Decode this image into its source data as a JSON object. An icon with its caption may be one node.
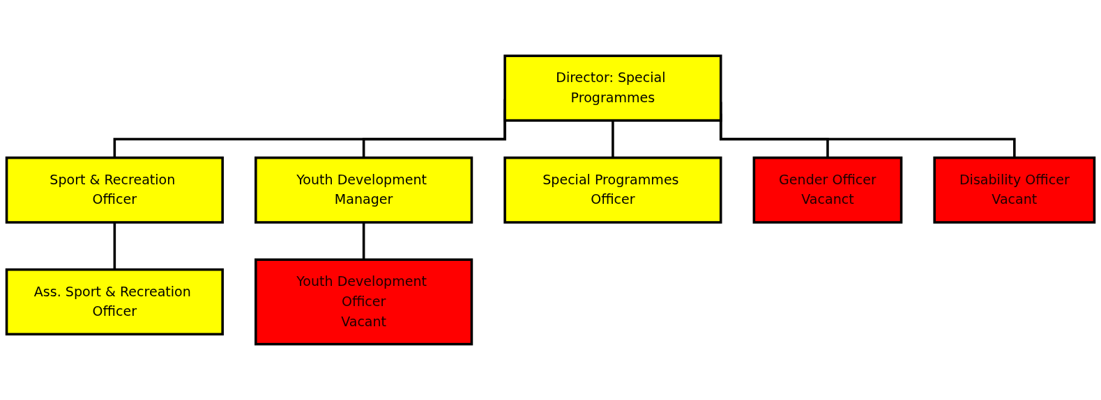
{
  "diagram": {
    "nodes": [
      {
        "text": [
          "Director: Special Programmes"
        ]
      },
      {
        "text": [
          "Sport & Recreation Officer"
        ]
      },
      {
        "text": [
          "Youth Development Manager"
        ]
      },
      {
        "text": [
          "Special Programmes Officer"
        ]
      },
      {
        "text": [
          "Gender Officer",
          "Vacanct"
        ]
      },
      {
        "text": [
          "Disability Officer",
          "Vacant"
        ]
      },
      {
        "text": [
          "Ass. Sport & Recreation Officer"
        ]
      },
      {
        "text": [
          "Youth Development Officer",
          "Vacant"
        ]
      }
    ],
    "edges": [
      {
        "from": 0,
        "to": 1,
        "arrow": "none"
      },
      {
        "from": 0,
        "to": 2,
        "arrow": "none"
      },
      {
        "from": 0,
        "to": 3,
        "arrow": "none"
      },
      {
        "from": 0,
        "to": 4,
        "arrow": "none"
      },
      {
        "from": 0,
        "to": 5,
        "arrow": "none"
      },
      {
        "from": 1,
        "to": 6,
        "arrow": "none"
      },
      {
        "from": 2,
        "to": 7,
        "arrow": "none"
      }
    ]
  }
}
